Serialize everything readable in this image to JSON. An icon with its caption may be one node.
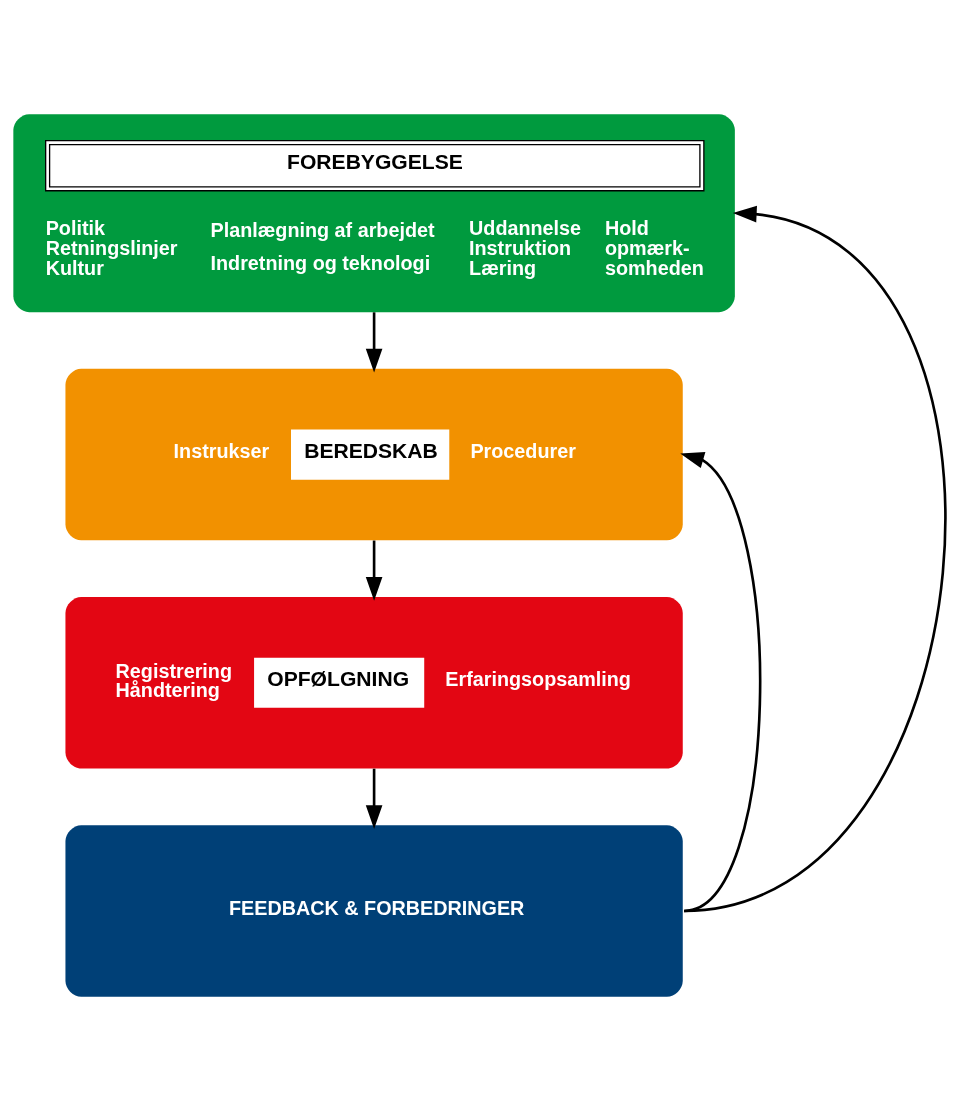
{
  "diagram": {
    "nodes": [
      {
        "text": [
          "FOREBYGGELSE",
          "Politik Retningslinjer Kultur",
          "Planlægning af arbejdet",
          "Indretning og teknologi",
          "Uddannelse Instruktion Læring",
          "Hold opmærk- somheden"
        ]
      },
      {
        "text": [
          "Instrukser",
          "BEREDSKAB",
          "Procedurer"
        ]
      },
      {
        "text": [
          "Registrering Håndtering",
          "OPFØLGNING",
          "Erfaringsopsamling"
        ]
      },
      {
        "text": [
          "FEEDBACK & FORBEDRINGER"
        ]
      }
    ],
    "edges": [
      {
        "from": 0,
        "to": 1,
        "arrow": "to"
      },
      {
        "from": 1,
        "to": 2,
        "arrow": "to"
      },
      {
        "from": 2,
        "to": 3,
        "arrow": "to"
      },
      {
        "from": 3,
        "to": 0,
        "arrow": "to"
      },
      {
        "from": 3,
        "to": 1,
        "arrow": "to"
      }
    ]
  }
}
